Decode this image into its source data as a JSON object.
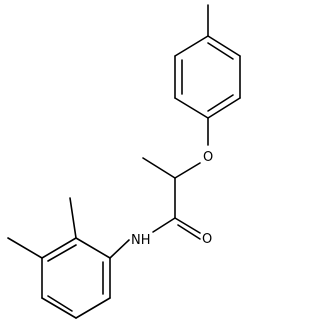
{
  "molecule": {
    "atom_labels": {
      "oxygen_ether": "O",
      "oxygen_carbonyl": "O",
      "amide_nitrogen": "NH"
    }
  }
}
